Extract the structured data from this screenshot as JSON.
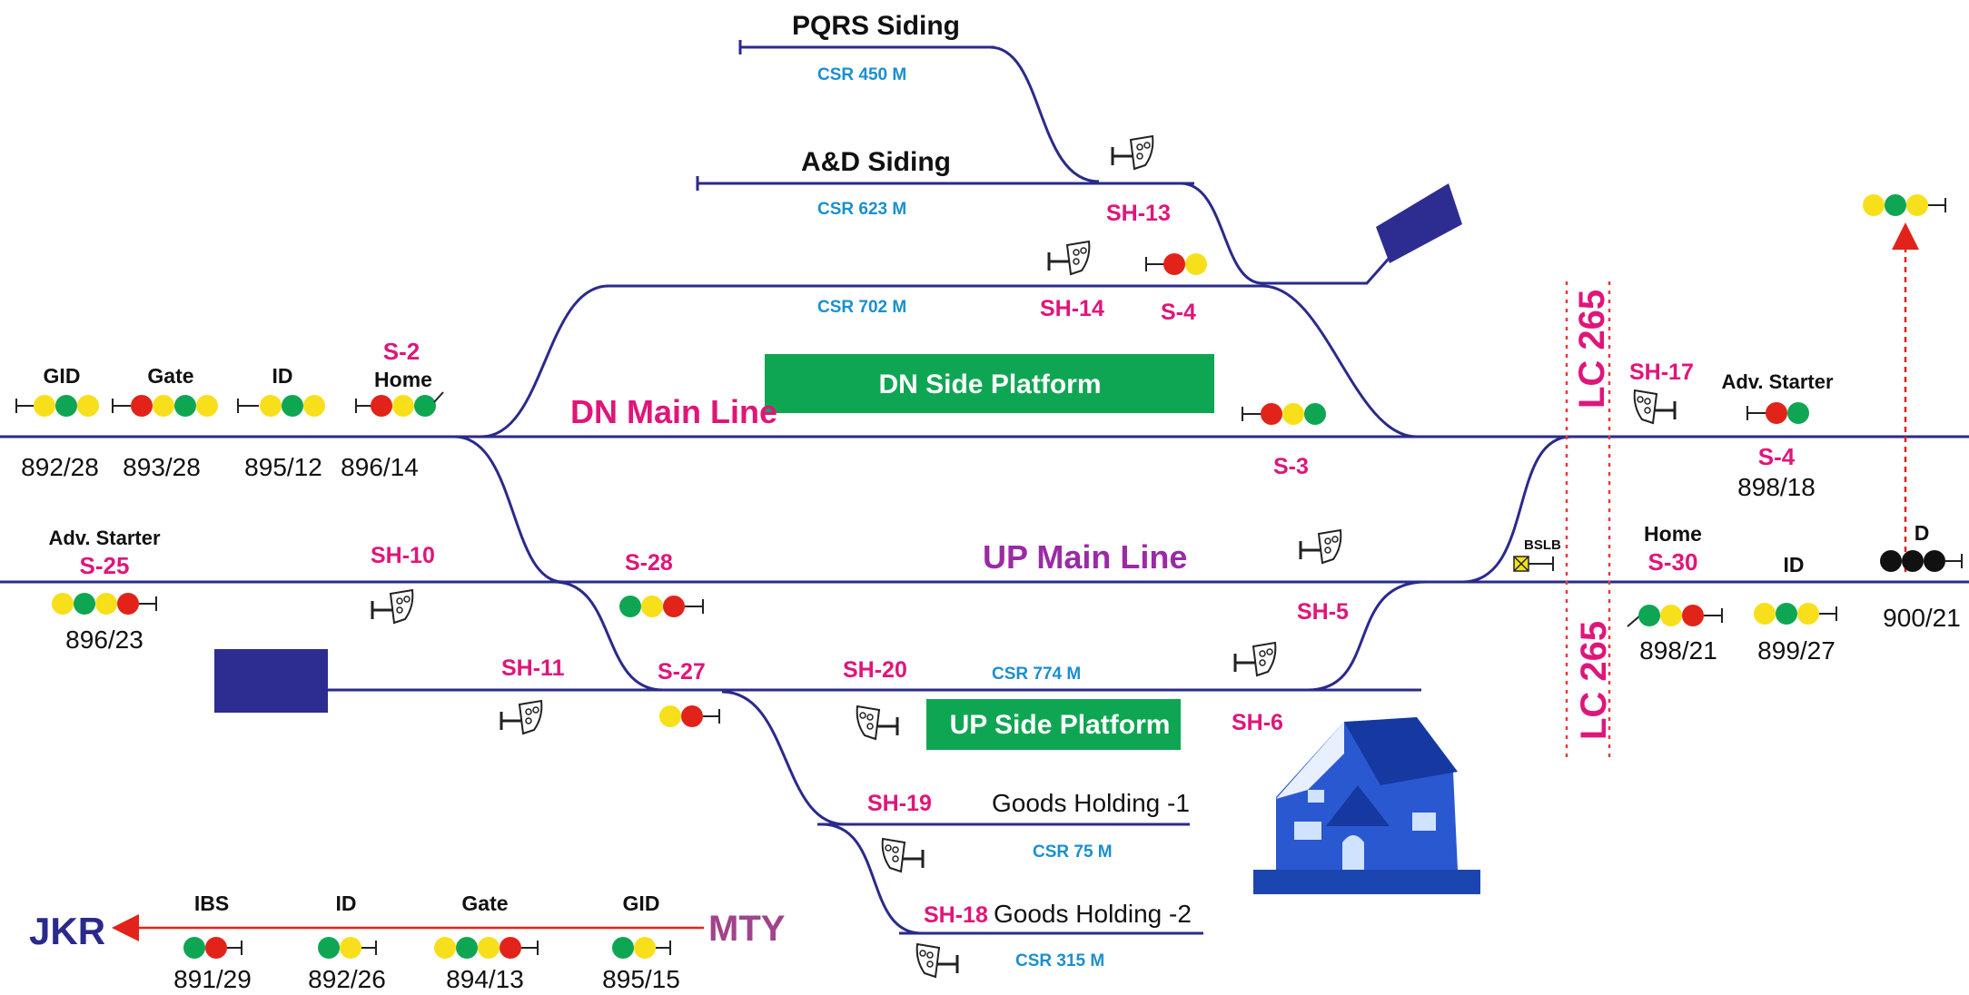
{
  "colors": {
    "track": "#2a2a8c",
    "platform": "#0fa653",
    "signal_red": "#e2231a",
    "signal_yellow": "#f7e01b",
    "signal_green": "#0fa653",
    "signal_black": "#111111",
    "pink_label": "#e0157a",
    "blue_label": "#1a8fd0",
    "line_label": "#9b2aa6",
    "lc_dotted": "#e83a3a",
    "station_left": "#2a2a8c",
    "station_right": "#a0448c"
  },
  "sidings": {
    "pqrs_title": "PQRS Siding",
    "pqrs_csr": "CSR 450 M",
    "ad_title": "A&D Siding",
    "ad_csr": "CSR 623 M",
    "loop_csr": "CSR 702 M",
    "up_loop_csr": "CSR 774 M",
    "gh1_title": "Goods Holding -1",
    "gh1_csr": "CSR 75 M",
    "gh2_title": "Goods Holding -2",
    "gh2_csr": "CSR 315 M"
  },
  "lines": {
    "dn_main": "DN Main Line",
    "up_main": "UP Main Line",
    "dn_platform": "DN Side Platform",
    "up_platform": "UP Side Platform"
  },
  "level_crossing": {
    "label_top": "LC 265",
    "label_bottom": "LC 265",
    "bslb": "BSLB"
  },
  "dn_signals": [
    {
      "name": "GID",
      "km": "892/28",
      "aspects": [
        "yellow",
        "green",
        "yellow"
      ]
    },
    {
      "name": "Gate",
      "km": "893/28",
      "aspects": [
        "red",
        "yellow",
        "green",
        "yellow"
      ]
    },
    {
      "name": "ID",
      "km": "895/12",
      "aspects": [
        "yellow",
        "green",
        "yellow"
      ]
    },
    {
      "name": "S-2",
      "sub": "Home",
      "km": "896/14",
      "aspects": [
        "red",
        "yellow",
        "green"
      ]
    }
  ],
  "right_signals": {
    "adv_starter": "Adv. Starter",
    "s4_right": "S-4",
    "s4_km": "898/18",
    "home": "Home",
    "s30": "S-30",
    "s30_km": "898/21",
    "id": "ID",
    "id_km": "899/27",
    "d": "D",
    "d_km": "900/21"
  },
  "left_up": {
    "adv_starter": "Adv. Starter",
    "s25": "S-25",
    "s25_km": "896/23"
  },
  "shunt_labels": {
    "sh13": "SH-13",
    "sh14": "SH-14",
    "s4": "S-4",
    "s3": "S-3",
    "sh17": "SH-17",
    "sh10": "SH-10",
    "s28": "S-28",
    "sh5": "SH-5",
    "sh11": "SH-11",
    "s27": "S-27",
    "sh20": "SH-20",
    "sh6": "SH-6",
    "sh19": "SH-19",
    "sh18": "SH-18"
  },
  "legend": {
    "left_station": "JKR",
    "right_station": "MTY",
    "signals": [
      {
        "name": "IBS",
        "km": "891/29",
        "aspects": [
          "green",
          "red"
        ]
      },
      {
        "name": "ID",
        "km": "892/26",
        "aspects": [
          "green",
          "yellow"
        ]
      },
      {
        "name": "Gate",
        "km": "894/13",
        "aspects": [
          "yellow",
          "green",
          "yellow",
          "red"
        ]
      },
      {
        "name": "GID",
        "km": "895/15",
        "aspects": [
          "green",
          "yellow"
        ]
      }
    ]
  },
  "icons": {
    "house": "station-building-icon",
    "shunt": "shunt-signal-icon",
    "bslb": "bslb-box-icon"
  }
}
